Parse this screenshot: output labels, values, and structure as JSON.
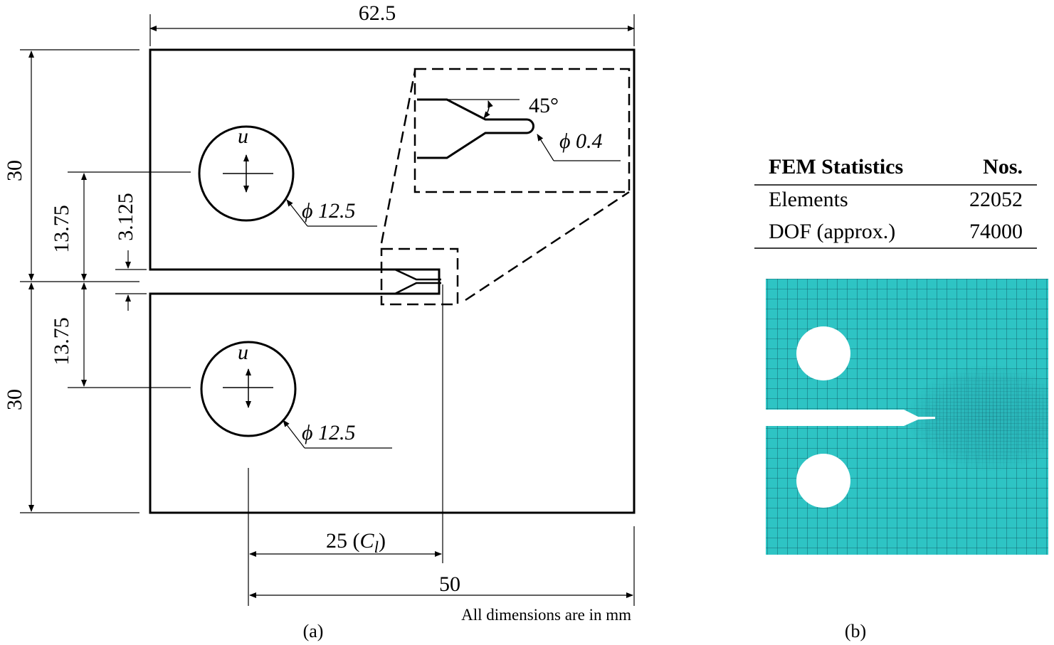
{
  "panel_a": {
    "caption": "(a)",
    "dimensions": {
      "overall_width": "62.5",
      "upper_height": "30",
      "lower_height": "30",
      "upper_pin_offset": "13.75",
      "lower_pin_offset": "13.75",
      "notch_width": "3.125",
      "crack_length_num": "25 (",
      "crack_length_sym": "C",
      "crack_length_sub": "l",
      "crack_length_close": ")",
      "pin_to_edge": "50",
      "notch_angle": "45°",
      "tip_diameter": "ϕ 0.4",
      "upper_hole_diameter": "ϕ 12.5",
      "lower_hole_diameter": "ϕ 12.5"
    },
    "load_label_upper": "u",
    "load_label_lower": "u",
    "units_note": "All dimensions are in mm"
  },
  "panel_b": {
    "caption": "(b)",
    "table": {
      "headers": [
        "FEM Statistics",
        "Nos."
      ],
      "rows": [
        [
          "Elements",
          "22052"
        ],
        [
          "DOF (approx.)",
          "74000"
        ]
      ]
    },
    "mesh_color": "#2ec4c4",
    "mesh_line_color": "#0b4f5a"
  }
}
